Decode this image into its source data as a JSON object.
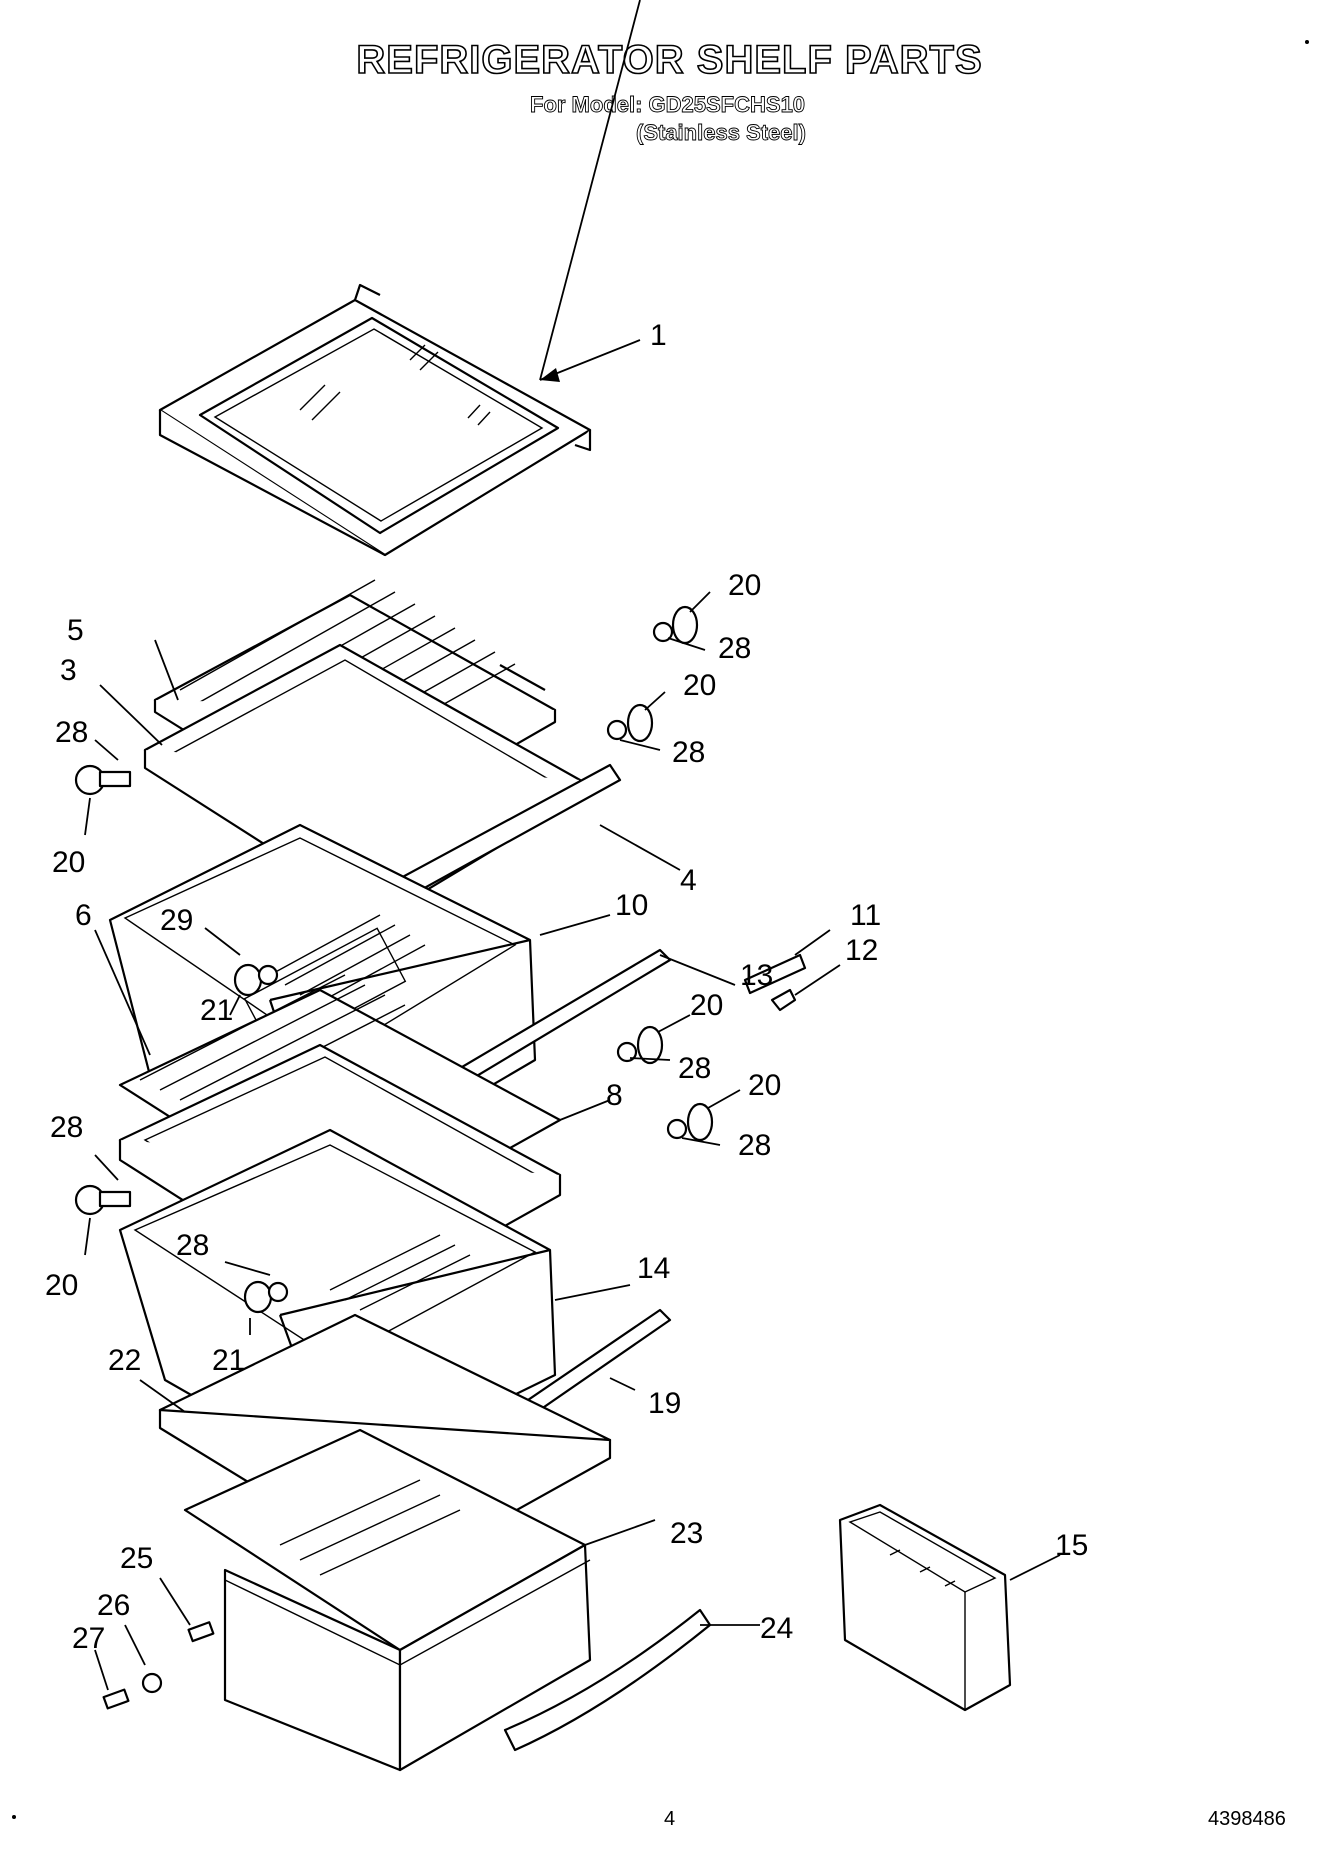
{
  "header": {
    "title": "REFRIGERATOR SHELF PARTS",
    "model_line": "For Model: GD25SFCHS10",
    "finish_line": "(Stainless Steel)"
  },
  "callouts": {
    "p1": "1",
    "p3": "3",
    "p4": "4",
    "p5": "5",
    "p6": "6",
    "p8": "8",
    "p10": "10",
    "p11": "11",
    "p12": "12",
    "p13": "13",
    "p14": "14",
    "p15": "15",
    "p19": "19",
    "p20": "20",
    "p21": "21",
    "p22": "22",
    "p23": "23",
    "p24": "24",
    "p25": "25",
    "p26": "26",
    "p27": "27",
    "p28": "28",
    "p29": "29"
  },
  "footer": {
    "page_number": "4",
    "doc_number": "4398486"
  }
}
